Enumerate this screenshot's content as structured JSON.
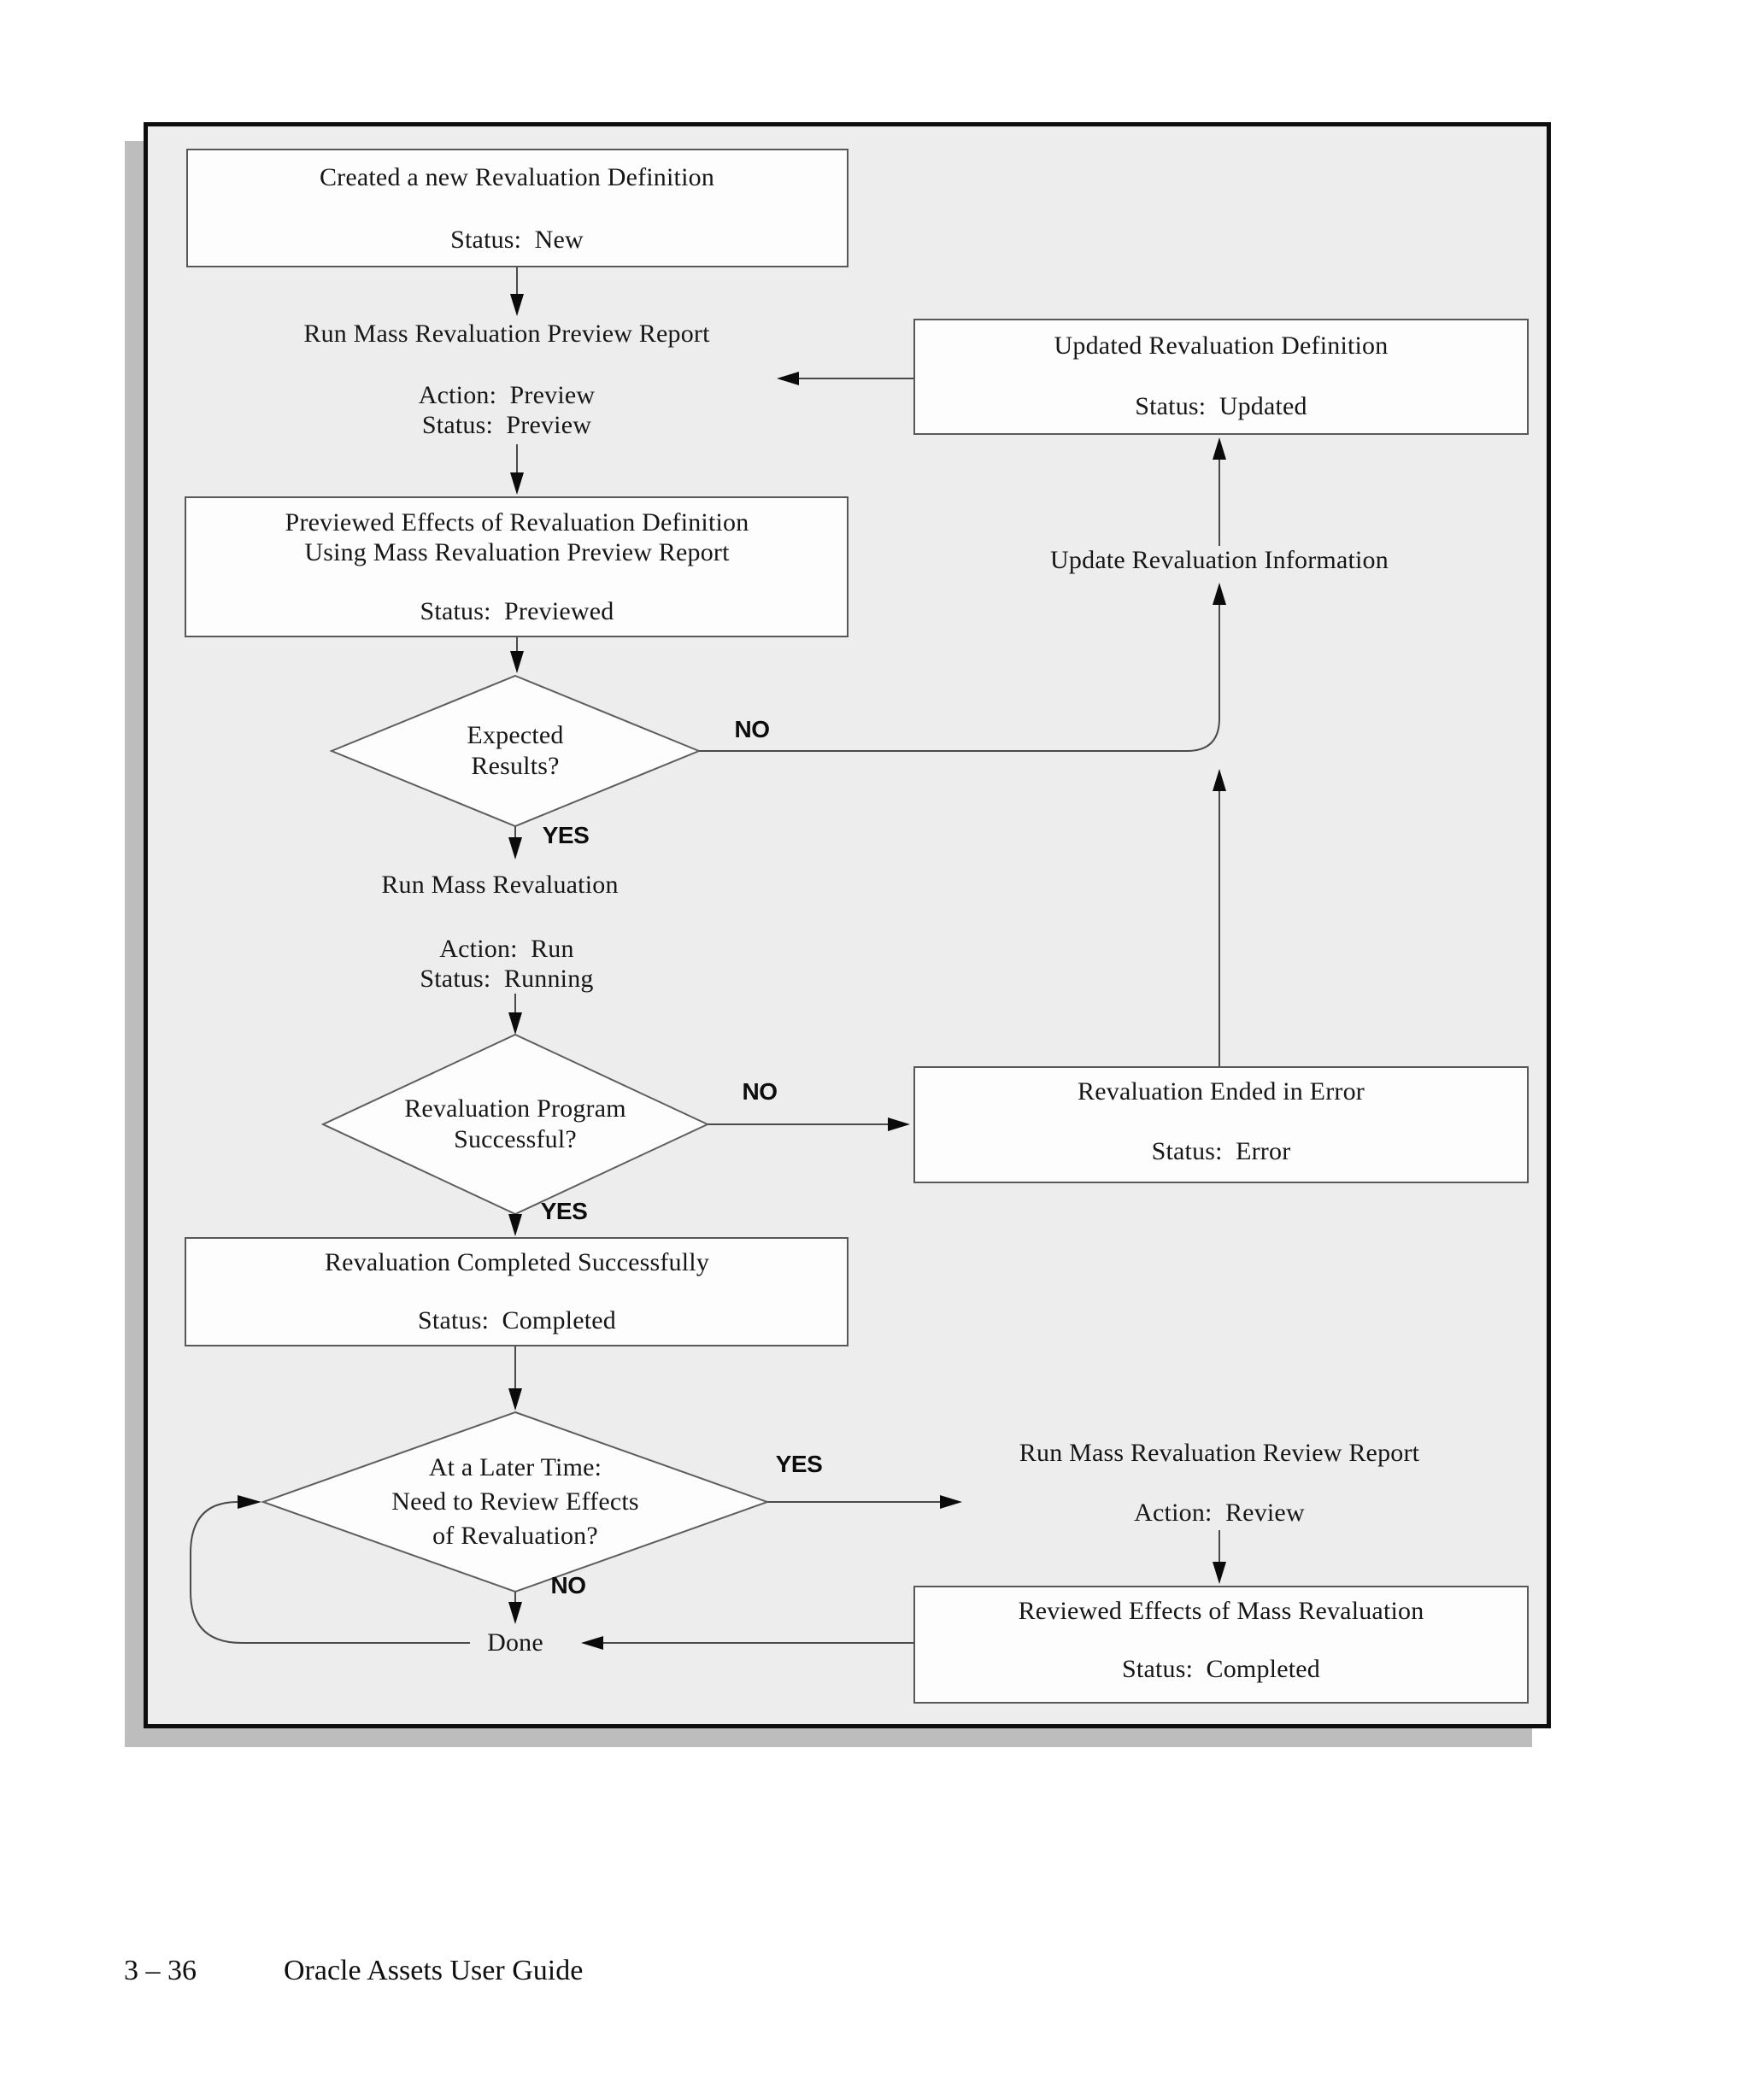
{
  "page": {
    "footer_page": "3 – 36",
    "footer_title": "Oracle Assets User Guide"
  },
  "colors": {
    "panel_bg": "#ededed",
    "panel_border": "#0e0e0e",
    "panel_shadow": "#bdbdbd",
    "box_fill": "#fdfdfd",
    "box_border": "#585858",
    "connector": "#4a4a4a",
    "arrowhead": "#0b0b0b"
  },
  "labels": {
    "yes": "YES",
    "no": "NO"
  },
  "nodes": {
    "created": {
      "line1": "Created a new Revaluation Definition",
      "status": "Status:  New"
    },
    "run_preview": {
      "line1": "Run Mass Revaluation Preview Report",
      "action": "Action:  Preview",
      "status": "Status:  Preview"
    },
    "updated": {
      "line1": "Updated Revaluation Definition",
      "status": "Status:  Updated"
    },
    "previewed": {
      "line1": "Previewed Effects of Revaluation Definition",
      "line2": "Using Mass Revaluation Preview Report",
      "status": "Status:  Previewed"
    },
    "expected": {
      "line1": "Expected",
      "line2": "Results?"
    },
    "update_info": {
      "line1": "Update Revaluation Information"
    },
    "run_mass": {
      "line1": "Run Mass Revaluation",
      "action": "Action:  Run",
      "status": "Status:  Running"
    },
    "successful": {
      "line1": "Revaluation Program",
      "line2": "Successful?"
    },
    "error": {
      "line1": "Revaluation Ended in Error",
      "status": "Status:  Error"
    },
    "completed": {
      "line1": "Revaluation Completed Successfully",
      "status": "Status:  Completed"
    },
    "later": {
      "line1": "At a Later Time:",
      "line2": "Need to Review Effects",
      "line3": "of Revaluation?"
    },
    "run_review": {
      "line1": "Run Mass Revaluation Review Report",
      "action": "Action:  Review"
    },
    "reviewed": {
      "line1": "Reviewed Effects of Mass Revaluation",
      "status": "Status:  Completed"
    },
    "done": {
      "line1": "Done"
    }
  }
}
